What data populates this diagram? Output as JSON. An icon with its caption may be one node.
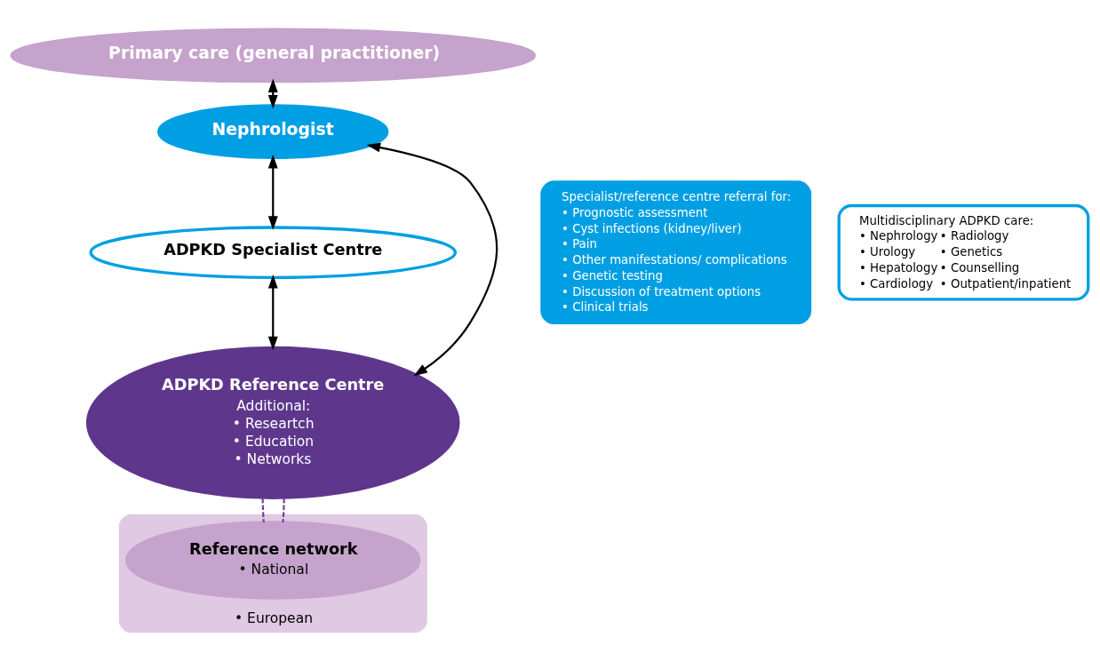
{
  "diagram": {
    "nodes": [
      {
        "text": [
          "Primary care (general practitioner)"
        ]
      },
      {
        "text": [
          "Nephrologist"
        ]
      },
      {
        "text": [
          "ADPKD Specialist Centre"
        ]
      },
      {
        "text": [
          "ADPKD Reference Centre",
          "Additional:",
          "• Researtch",
          "• Education",
          "• Networks"
        ]
      },
      {
        "text": [
          "Specialist/reference centre referral for:",
          "• Prognostic assessment",
          "• Cyst infections (kidney/liver)",
          "• Pain",
          "• Other manifestations/ complications",
          "• Genetic testing",
          "• Discussion of treatment options",
          "• Clinical trials"
        ]
      },
      {
        "text": [
          "Multidisciplinary ADPKD care:",
          "• Nephrology",
          "• Urology",
          "• Hepatology",
          "• Cardiology",
          "• Radiology",
          "• Genetics",
          "• Counselling",
          "• Outpatient/inpatient"
        ]
      },
      {
        "text": [
          "• European"
        ]
      },
      {
        "text": [
          "Reference network",
          "• National"
        ],
        "in": 6
      }
    ],
    "edges": [
      {
        "from": 0,
        "to": 1,
        "arrow": "both"
      },
      {
        "from": 1,
        "to": 2,
        "arrow": "both"
      },
      {
        "from": 2,
        "to": 3,
        "arrow": "both"
      },
      {
        "from": 1,
        "to": 3,
        "arrow": "both"
      },
      {
        "from": 3,
        "to": 7,
        "arrow": "none",
        "style": "dashed",
        "color": "#7b3f98"
      },
      {
        "from": 3,
        "to": 7,
        "arrow": "none",
        "style": "dashed",
        "color": "#7b3f98"
      }
    ]
  }
}
